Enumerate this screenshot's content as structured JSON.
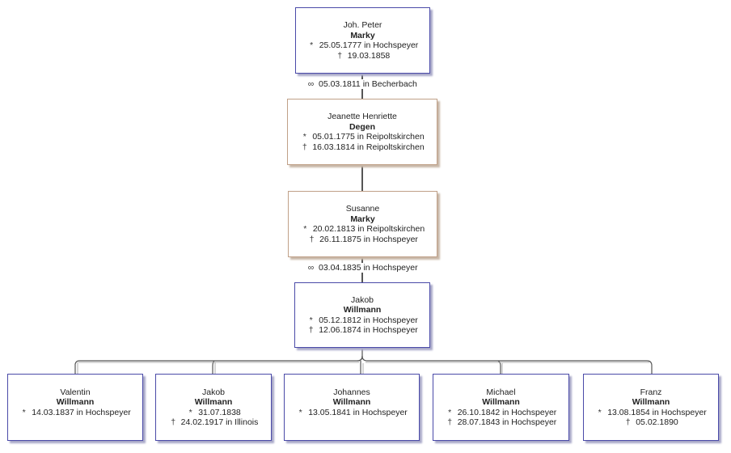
{
  "ancestors": [
    {
      "given": "Joh. Peter",
      "surname": "Marky",
      "birth": "25.05.1777 in Hochspeyer",
      "death": "19.03.1858",
      "sex": "male"
    },
    {
      "given": "Jeanette Henriette",
      "surname": "Degen",
      "birth": "05.01.1775 in Reipoltskirchen",
      "death": "16.03.1814 in Reipoltskirchen",
      "sex": "female"
    },
    {
      "given": "Susanne",
      "surname": "Marky",
      "birth": "20.02.1813 in Reipoltskirchen",
      "death": "26.11.1875 in Hochspeyer",
      "sex": "female"
    },
    {
      "given": "Jakob",
      "surname": "Willmann",
      "birth": "05.12.1812 in Hochspeyer",
      "death": "12.06.1874 in Hochspeyer",
      "sex": "male"
    }
  ],
  "marriages": [
    {
      "text": "05.03.1811 in Becherbach"
    },
    {
      "text": "03.04.1835 in Hochspeyer"
    }
  ],
  "children": [
    {
      "given": "Valentin",
      "surname": "Willmann",
      "birth": "14.03.1837 in Hochspeyer",
      "death": null
    },
    {
      "given": "Jakob",
      "surname": "Willmann",
      "birth": "31.07.1838",
      "death": "24.02.1917 in Illinois"
    },
    {
      "given": "Johannes",
      "surname": "Willmann",
      "birth": "13.05.1841 in Hochspeyer",
      "death": null
    },
    {
      "given": "Michael",
      "surname": "Willmann",
      "birth": "26.10.1842 in Hochspeyer",
      "death": "28.07.1843 in Hochspeyer"
    },
    {
      "given": "Franz",
      "surname": "Willmann",
      "birth": "13.08.1854 in Hochspeyer",
      "death": "05.02.1890"
    }
  ],
  "symbols": {
    "birth": "*",
    "death": "†",
    "marriage": "∞"
  },
  "colors": {
    "male_border": "#4a4aa8",
    "female_border": "#c0a088",
    "line": "#555555"
  }
}
